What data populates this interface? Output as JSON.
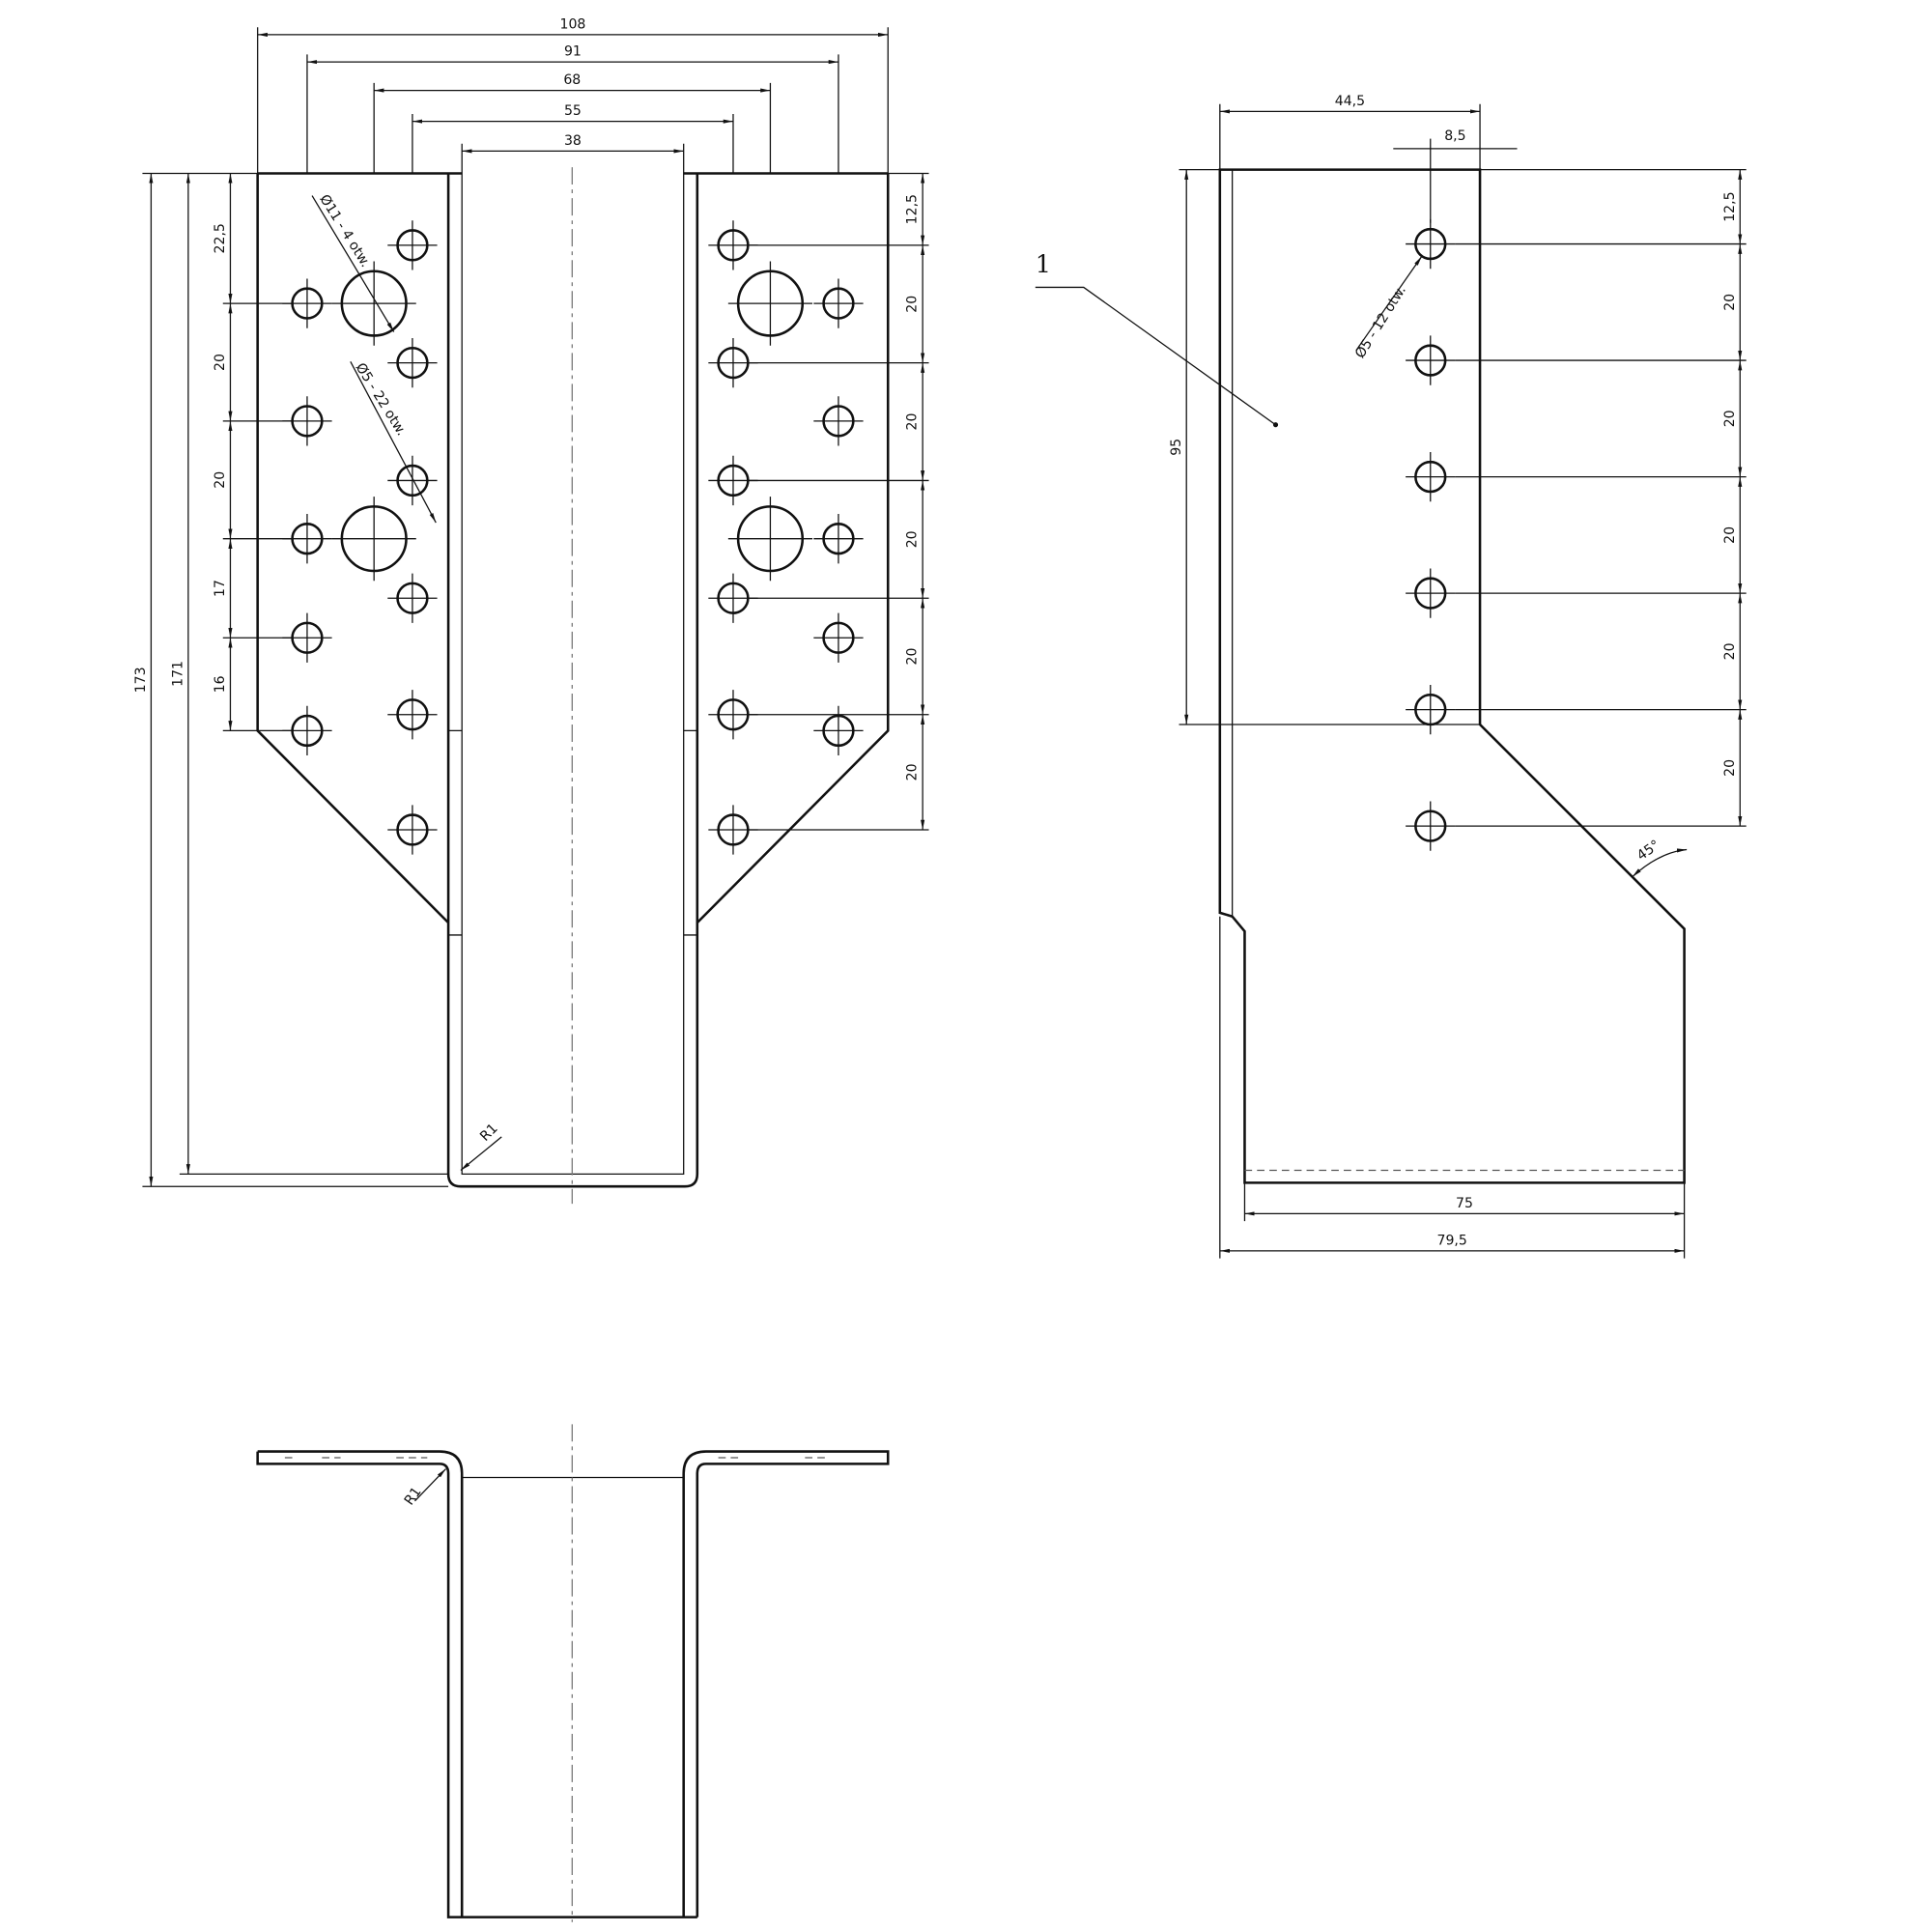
{
  "front_view": {
    "top_dims": [
      "108",
      "91",
      "68",
      "55",
      "38"
    ],
    "overall_heights": [
      "173",
      "171"
    ],
    "left_chain": [
      "22,5",
      "20",
      "20",
      "17",
      "16"
    ],
    "right_chain": [
      "12,5",
      "20",
      "20",
      "20",
      "20",
      "20"
    ],
    "large_hole_note": "Ø11 - 4 otw.",
    "small_hole_note": "Ø5 - 22 otw.",
    "radius": "R1"
  },
  "side_view": {
    "width_top": "44,5",
    "hole_offset": "8,5",
    "height": "95",
    "right_chain": [
      "12,5",
      "20",
      "20",
      "20",
      "20",
      "20"
    ],
    "hole_note": "Ø5 - 12 otw.",
    "angle": "45°",
    "bottom_inner": "75",
    "bottom_outer": "79,5",
    "part_number": "1"
  },
  "bottom_view": {
    "radius": "R1"
  }
}
